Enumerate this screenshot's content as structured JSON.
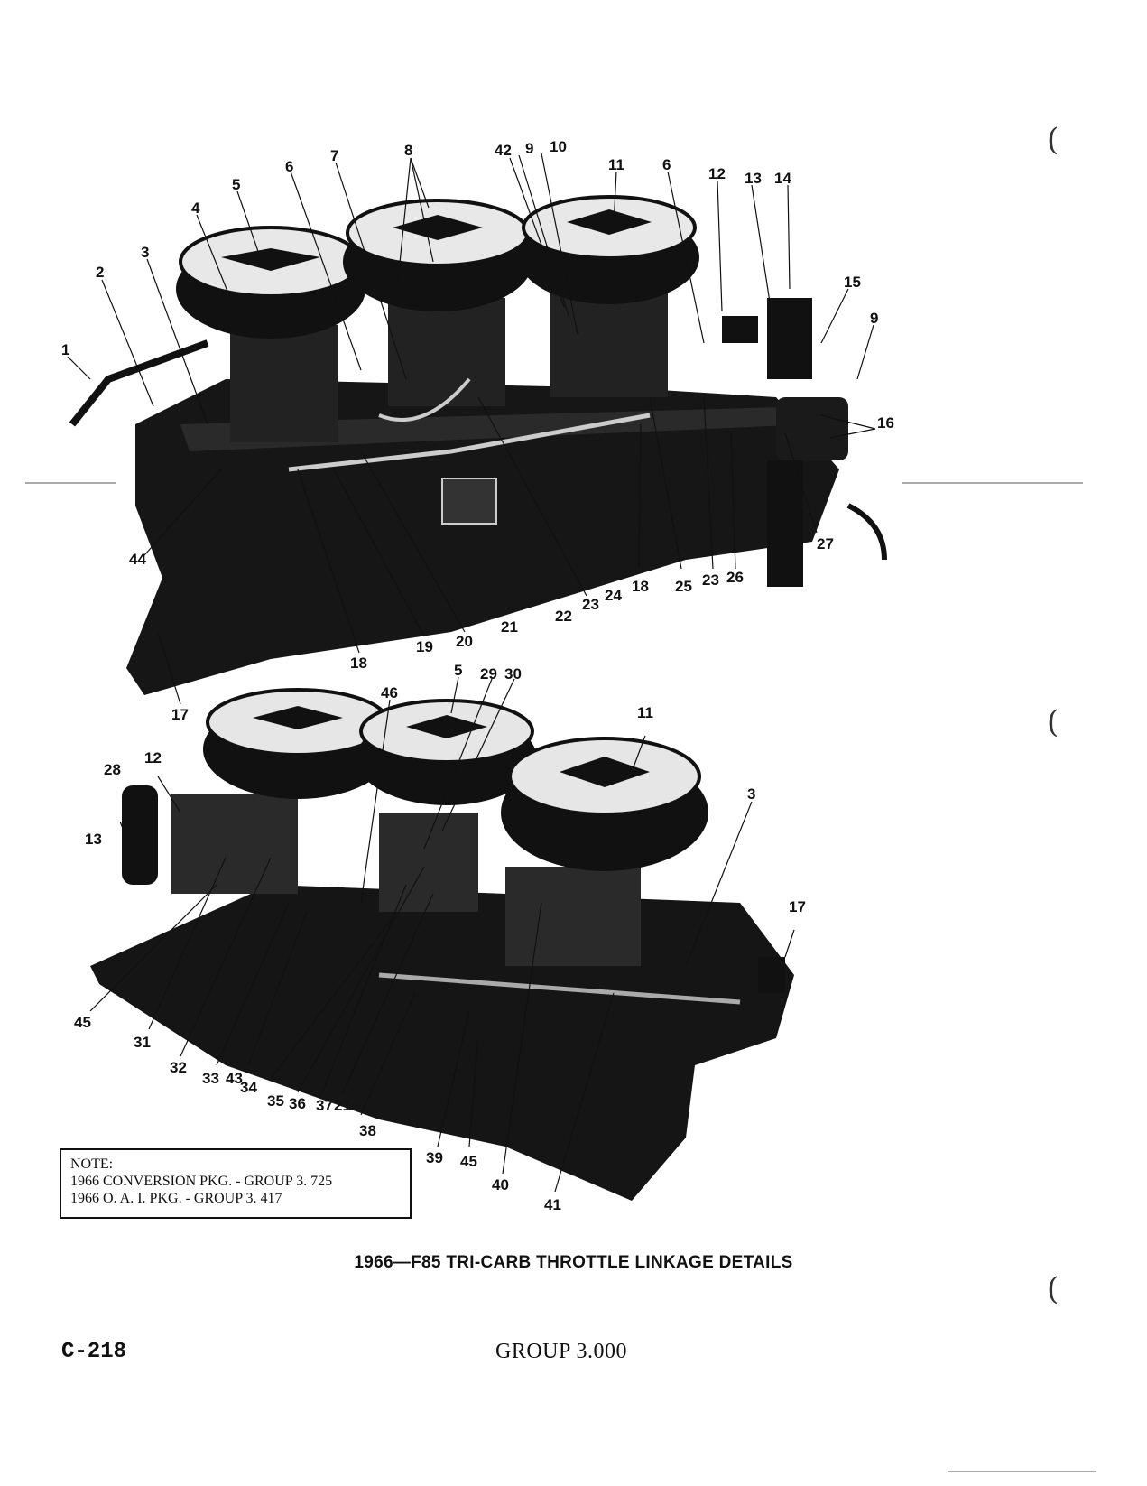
{
  "figure": {
    "top_callouts": [
      "1",
      "2",
      "3",
      "4",
      "5",
      "6",
      "7",
      "8",
      "42",
      "9",
      "10",
      "11",
      "6",
      "12",
      "13",
      "14",
      "15",
      "9",
      "16",
      "44",
      "17",
      "18",
      "19",
      "20",
      "21",
      "22",
      "23",
      "24",
      "18",
      "25",
      "23",
      "26",
      "27"
    ],
    "bottom_callouts": [
      "46",
      "5",
      "29",
      "30",
      "11",
      "12",
      "28",
      "13",
      "3",
      "17",
      "45",
      "31",
      "32",
      "33",
      "43",
      "34",
      "35",
      "36",
      "37",
      "21",
      "38",
      "39",
      "45",
      "40",
      "41"
    ]
  },
  "note": {
    "heading": "NOTE:",
    "line1": "1966 CONVERSION PKG. - GROUP 3. 725",
    "line2": "1966 O. A. I. PKG. - GROUP 3. 417"
  },
  "caption": "1966—F85 TRI-CARB THROTTLE LINKAGE DETAILS",
  "footer": {
    "page_number": "C-218",
    "group": "GROUP 3.000"
  }
}
